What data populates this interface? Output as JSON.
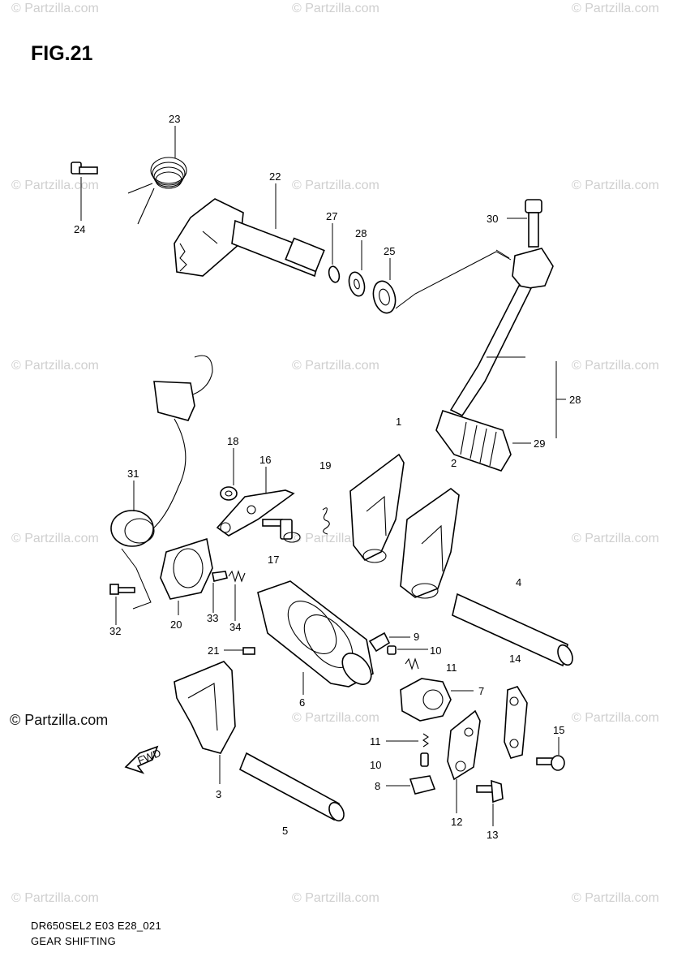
{
  "figure": {
    "title": "FIG.21"
  },
  "footer": {
    "model_code": "DR650SEL2 E03 E28_021",
    "section": "GEAR SHIFTING"
  },
  "watermark": {
    "text": "© Partzilla.com"
  },
  "copyright": {
    "text": "© Partzilla.com"
  },
  "arrow": {
    "label": "FWD"
  },
  "callouts": [
    "1",
    "2",
    "3",
    "4",
    "5",
    "6",
    "7",
    "8",
    "9",
    "10",
    "10",
    "11",
    "11",
    "12",
    "13",
    "14",
    "15",
    "16",
    "17",
    "18",
    "19",
    "20",
    "21",
    "22",
    "23",
    "24",
    "25",
    "27",
    "28",
    "28",
    "29",
    "30",
    "31",
    "32",
    "33",
    "34"
  ]
}
